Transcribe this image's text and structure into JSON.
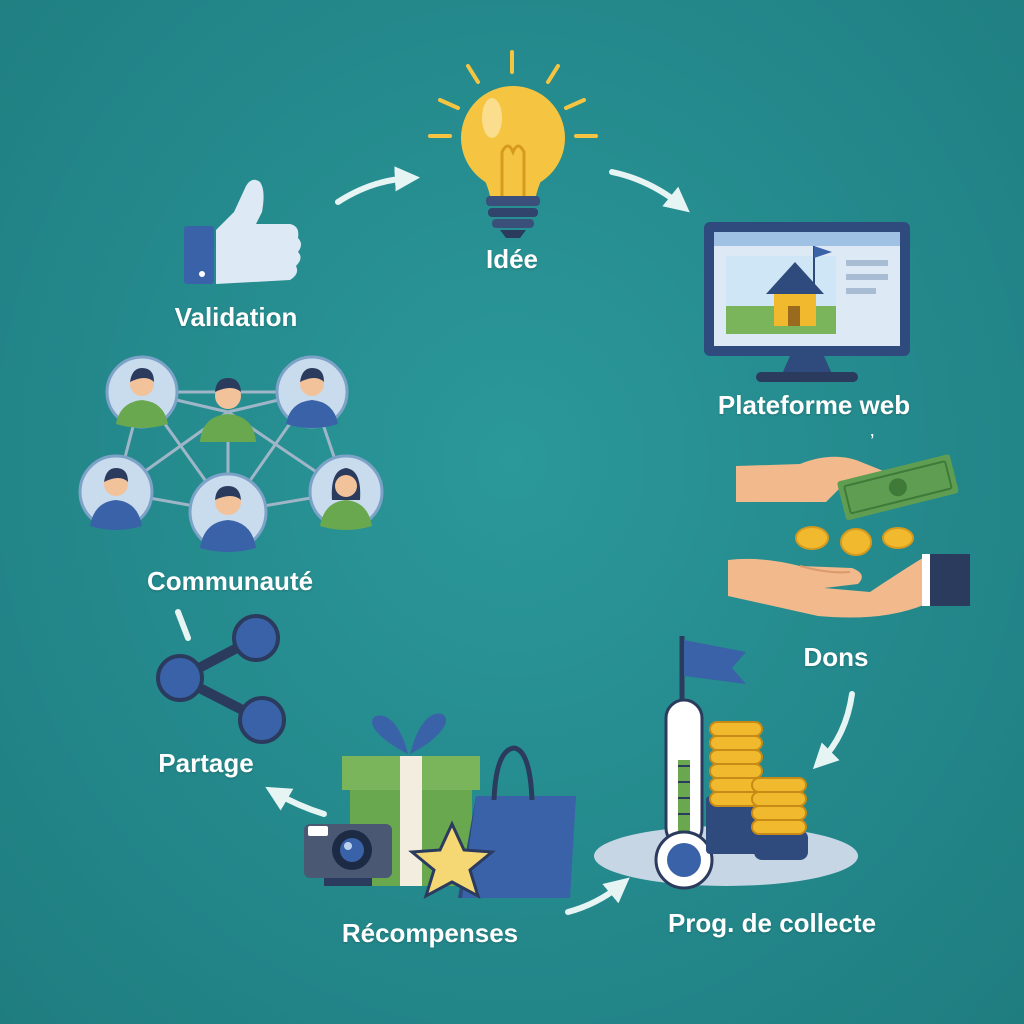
{
  "diagram": {
    "background": "#24898c",
    "accent_colors": {
      "bulb": "#f5c542",
      "blue": "#3a62a8",
      "green": "#6aa84f",
      "coin": "#f0b92e",
      "arrow": "#e6f4f4"
    },
    "nodes": [
      {
        "id": "idee",
        "label": "Idée",
        "icon": "lightbulb-icon"
      },
      {
        "id": "plateforme",
        "label": "Plateforme web",
        "icon": "monitor-icon"
      },
      {
        "id": "dons",
        "label": "Dons",
        "icon": "donation-hands-icon"
      },
      {
        "id": "collecte",
        "label": "Prog. de collecte",
        "icon": "thermometer-coins-icon"
      },
      {
        "id": "recompenses",
        "label": "Récompenses",
        "icon": "gifts-icon"
      },
      {
        "id": "partage",
        "label": "Partage",
        "icon": "share-icon"
      },
      {
        "id": "communaute",
        "label": "Communauté",
        "icon": "network-people-icon"
      },
      {
        "id": "validation",
        "label": "Validation",
        "icon": "thumbs-up-icon"
      }
    ]
  }
}
